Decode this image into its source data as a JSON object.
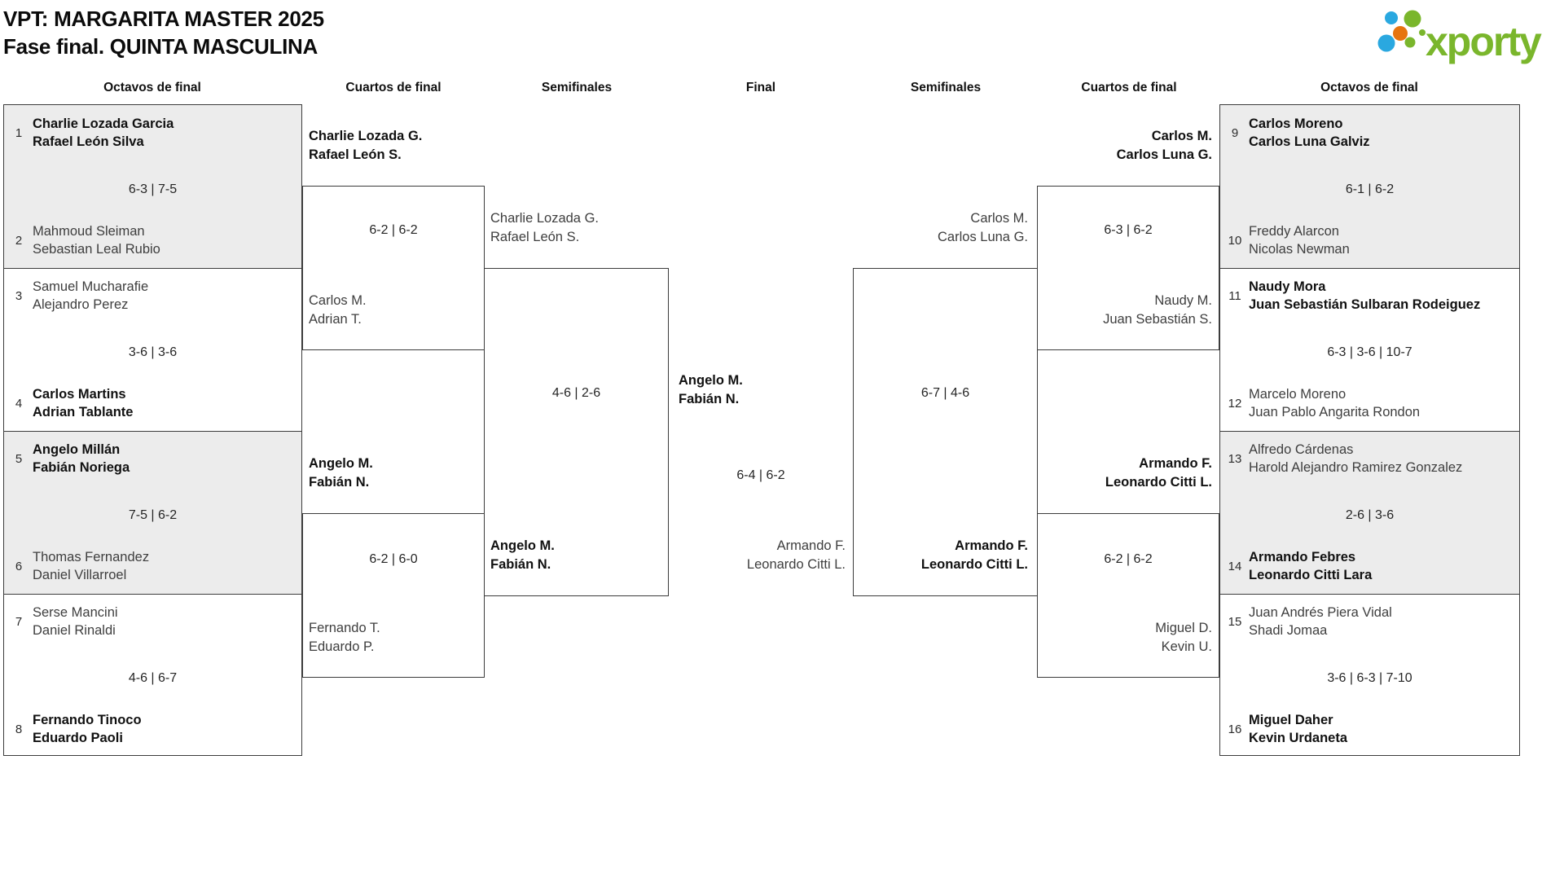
{
  "title": {
    "line1": "VPT: MARGARITA MASTER 2025",
    "line2": "Fase final. QUINTA MASCULINA"
  },
  "logo": {
    "text": "xporty",
    "green": "#7ab62c",
    "blue": "#2aa8e0",
    "orange": "#e6740f"
  },
  "round_headers": {
    "r16_left": "Octavos de final",
    "qf_left": "Cuartos de final",
    "sf_left": "Semifinales",
    "final": "Final",
    "sf_right": "Semifinales",
    "qf_right": "Cuartos de final",
    "r16_right": "Octavos de final"
  },
  "bracket": {
    "r16_left": [
      {
        "n1": "1",
        "t1": [
          "Charlie Lozada Garcia",
          "Rafael León Silva"
        ],
        "score": "6-3 | 7-5",
        "n2": "2",
        "t2": [
          "Mahmoud Sleiman",
          "Sebastian Leal Rubio"
        ]
      },
      {
        "n1": "3",
        "t1": [
          "Samuel Mucharafie",
          "Alejandro Perez"
        ],
        "score": "3-6 | 3-6",
        "n2": "4",
        "t2": [
          "Carlos Martins",
          "Adrian Tablante"
        ]
      },
      {
        "n1": "5",
        "t1": [
          "Angelo Millán",
          "Fabián Noriega"
        ],
        "score": "7-5 | 6-2",
        "n2": "6",
        "t2": [
          "Thomas Fernandez",
          "Daniel Villarroel"
        ]
      },
      {
        "n1": "7",
        "t1": [
          "Serse Mancini",
          "Daniel Rinaldi"
        ],
        "score": "4-6 | 6-7",
        "n2": "8",
        "t2": [
          "Fernando Tinoco",
          "Eduardo Paoli"
        ]
      }
    ],
    "qf_left": [
      {
        "t": [
          "Charlie Lozada G.",
          "Rafael León S."
        ],
        "score": "6-2 | 6-2",
        "b": [
          "Carlos M.",
          "Adrian T."
        ]
      },
      {
        "t": [
          "Angelo M.",
          "Fabián N."
        ],
        "score": "6-2 | 6-0",
        "b": [
          "Fernando T.",
          "Eduardo P."
        ]
      }
    ],
    "sf_left": {
      "t": [
        "Charlie Lozada G.",
        "Rafael León S."
      ],
      "score": "4-6 | 2-6",
      "b": [
        "Angelo M.",
        "Fabián N."
      ]
    },
    "final": {
      "t": [
        "Angelo M.",
        "Fabián N."
      ],
      "score": "6-4 | 6-2",
      "b": [
        "Armando F.",
        "Leonardo Citti L."
      ]
    },
    "sf_right": {
      "t": [
        "Carlos M.",
        "Carlos Luna G."
      ],
      "score": "6-7 | 4-6",
      "b": [
        "Armando F.",
        "Leonardo Citti L."
      ]
    },
    "qf_right": [
      {
        "t": [
          "Carlos M.",
          "Carlos Luna G."
        ],
        "score": "6-3 | 6-2",
        "b": [
          "Naudy M.",
          "Juan Sebastián S."
        ]
      },
      {
        "t": [
          "Armando F.",
          "Leonardo Citti L."
        ],
        "score": "6-2 | 6-2",
        "b": [
          "Miguel D.",
          "Kevin U."
        ]
      }
    ],
    "r16_right": [
      {
        "n1": "9",
        "t1": [
          "Carlos Moreno",
          "Carlos Luna Galviz"
        ],
        "score": "6-1 | 6-2",
        "n2": "10",
        "t2": [
          "Freddy Alarcon",
          "Nicolas Newman"
        ]
      },
      {
        "n1": "11",
        "t1": [
          "Naudy Mora",
          "Juan Sebastián Sulbaran Rodeiguez"
        ],
        "score": "6-3 | 3-6 | 10-7",
        "n2": "12",
        "t2": [
          "Marcelo Moreno",
          "Juan Pablo Angarita Rondon"
        ]
      },
      {
        "n1": "13",
        "t1": [
          "Alfredo Cárdenas",
          "Harold Alejandro Ramirez Gonzalez"
        ],
        "score": "2-6 | 3-6",
        "n2": "14",
        "t2": [
          "Armando Febres",
          "Leonardo Citti Lara"
        ]
      },
      {
        "n1": "15",
        "t1": [
          "Juan Andrés Piera Vidal",
          "Shadi Jomaa"
        ],
        "score": "3-6 | 6-3 | 7-10",
        "n2": "16",
        "t2": [
          "Miguel Daher",
          "Kevin Urdaneta"
        ]
      }
    ]
  }
}
